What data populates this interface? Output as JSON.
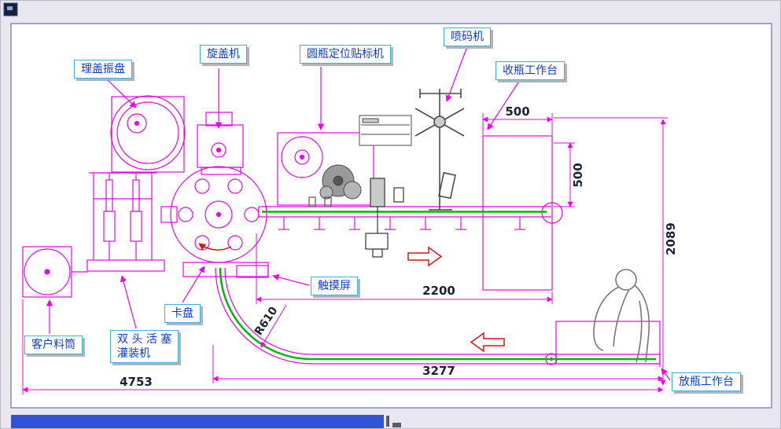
{
  "window": {
    "title": "equipment-layout-drawing"
  },
  "callouts": {
    "cap_feeder": "理盖振盘",
    "capper": "旋盖机",
    "labeler": "圆瓶定位贴标机",
    "inkjet": "喷码机",
    "collect_table": "收瓶工作台",
    "touchscreen": "触摸屏",
    "chuck": "卡盘",
    "filler_line1": "双 头 活 塞",
    "filler_line2": "灌装机",
    "customer_barrel": "客户料筒",
    "place_table": "放瓶工作台"
  },
  "dimensions": {
    "table_width": "500",
    "table_depth": "500",
    "overall_depth": "2089",
    "conveyor_length": "2200",
    "curve_radius": "R610",
    "return_length": "3277",
    "overall_length": "4753"
  },
  "colors": {
    "drawing_line": "#ee00ee",
    "conveyor_belt": "#00b800",
    "flow_arrow": "#e01010",
    "callout_text": "#0b3bd6",
    "callout_border": "#35b6e0",
    "dimension_text": "#1a2133",
    "bottom_bar": "#3353d6"
  }
}
